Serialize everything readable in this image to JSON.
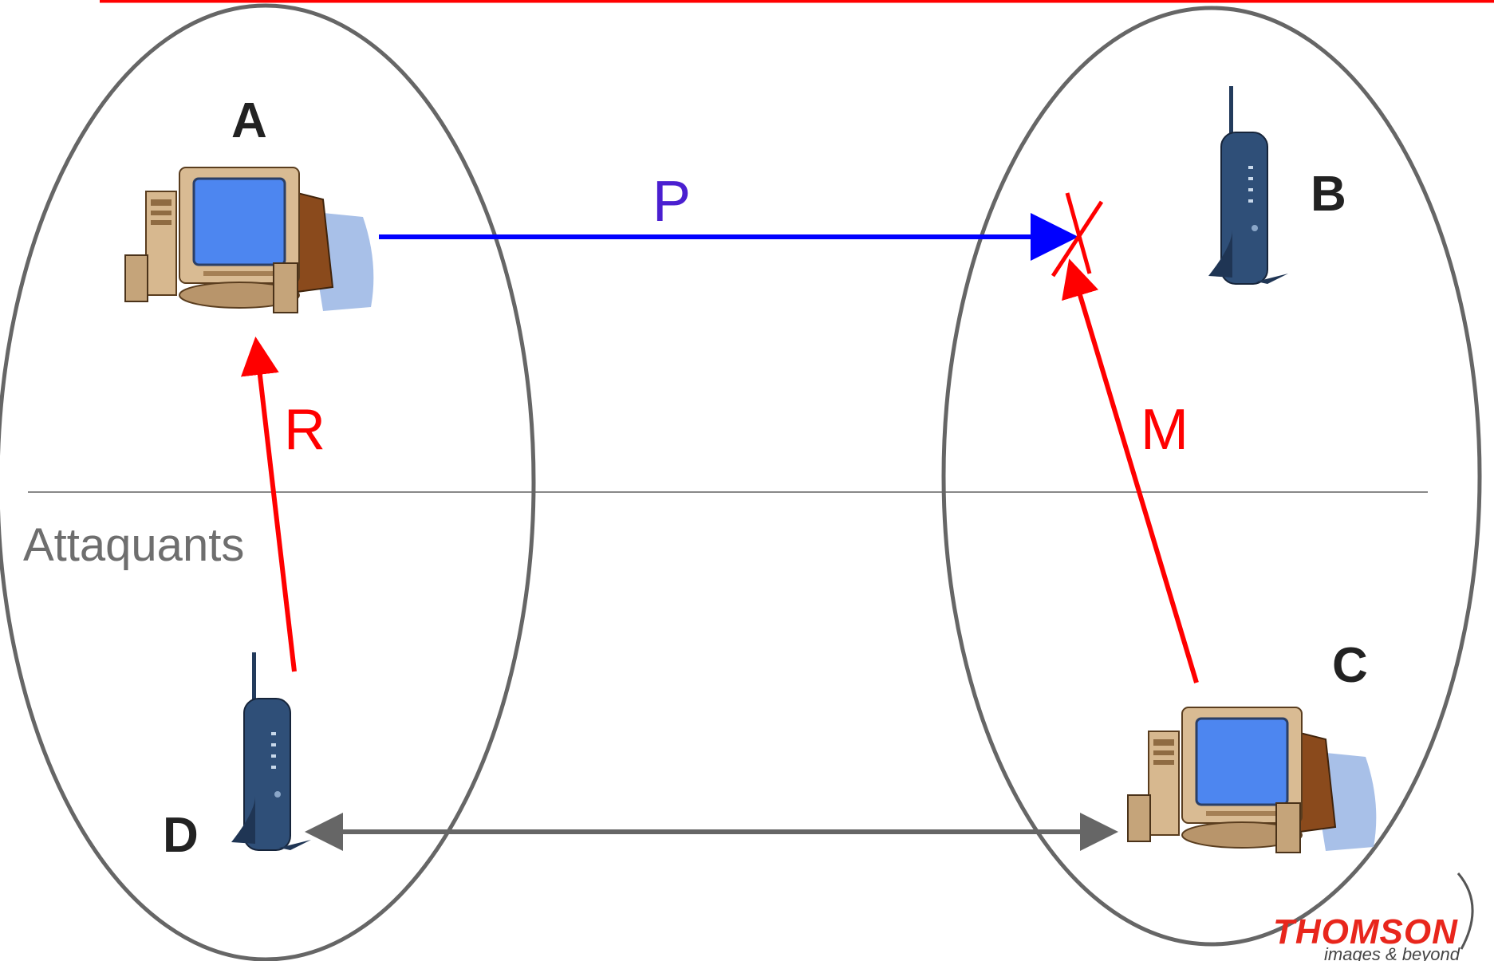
{
  "nodes": {
    "a": {
      "label": "A"
    },
    "b": {
      "label": "B"
    },
    "c": {
      "label": "C"
    },
    "d": {
      "label": "D"
    }
  },
  "edges": {
    "p": {
      "label": "P",
      "color": "#0000ff",
      "label_color": "#4a1fd0"
    },
    "r": {
      "label": "R",
      "color": "#ff0000"
    },
    "m": {
      "label": "M",
      "color": "#ff0000"
    },
    "dc": {
      "color": "#666666"
    }
  },
  "sections": {
    "attackers_label": "Attaquants"
  },
  "logo": {
    "name": "THOMSON",
    "tagline": "images & beyond"
  },
  "colors": {
    "accent_top_line": "#ff0000",
    "ellipse_stroke": "#666666",
    "divider": "#888888",
    "block_mark": "#ff0000"
  },
  "icons": {
    "a": "desktop-computer-icon",
    "b": "wireless-router-icon",
    "c": "desktop-computer-icon",
    "d": "wireless-router-icon"
  }
}
